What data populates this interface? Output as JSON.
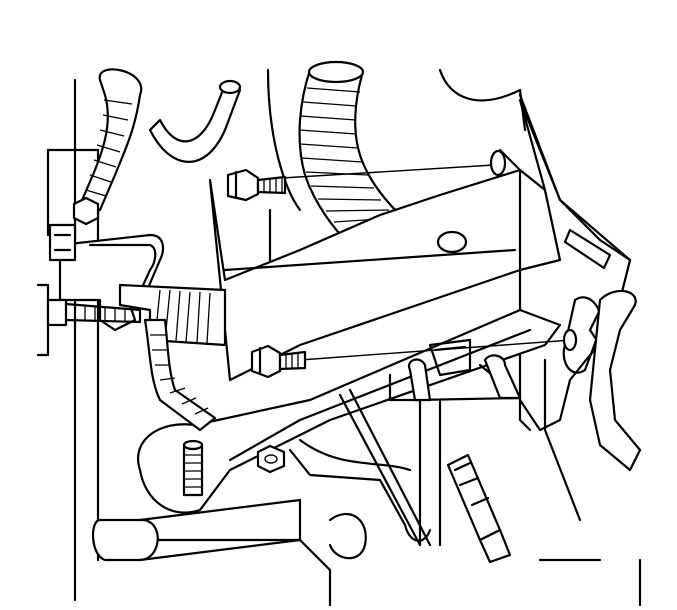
{
  "diagram": {
    "kind": "line-art technical illustration",
    "parts": [
      {
        "id": "upper-bolt",
        "icon": "bolt-icon"
      },
      {
        "id": "lower-bolt",
        "icon": "bolt-icon"
      },
      {
        "id": "nut",
        "icon": "hex-nut-icon"
      },
      {
        "id": "stud",
        "icon": "stud-icon"
      },
      {
        "id": "mounting-bracket",
        "icon": "bracket-icon"
      },
      {
        "id": "wiring-harness",
        "icon": "harness-icon"
      }
    ],
    "colors": {
      "line": "#000000",
      "background": "#ffffff"
    }
  }
}
